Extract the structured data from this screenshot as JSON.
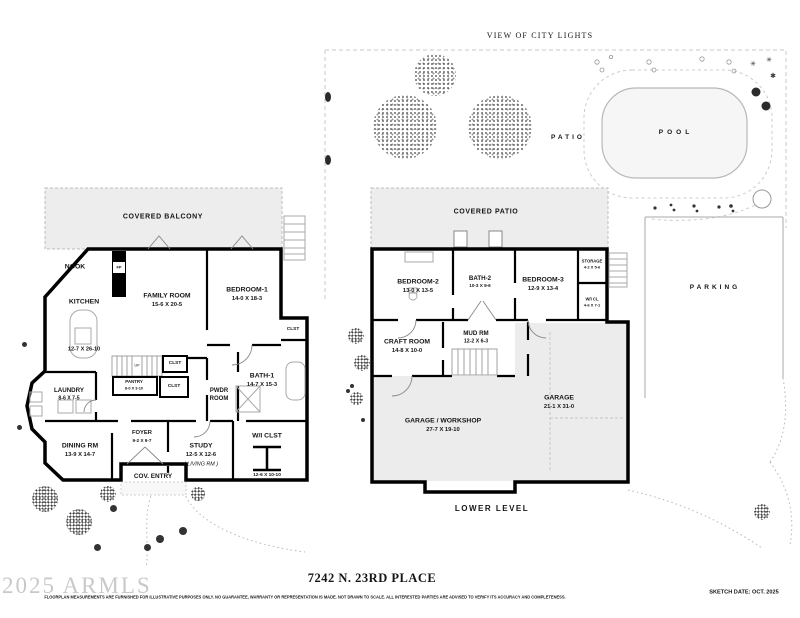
{
  "palette": {
    "wall": "#000000",
    "covered_area": "#ededed",
    "garage_floor": "#ececec",
    "pool_water": "#f6f6f6",
    "landscape": "#999999",
    "watermark": "#c9c9c9"
  },
  "sheet": {
    "title": "7242 N. 23RD PLACE",
    "view_label": "VIEW OF CITY LIGHTS",
    "level_label": "LOWER  LEVEL",
    "disclaimer": "FLOORPLAN MEASUREMENTS ARE FURNISHED FOR ILLUSTRATIVE PURPOSES ONLY.  NO GUARANTEE, WARRANTY OR REPRESENTATION IS MADE.  NOT DRAWN TO SCALE.  ALL INTERESTED PARTIES ARE ADVISED TO VERIFY ITS ACCURACY AND COMPLETENESS.",
    "sketch_date": "SKETCH DATE:  OCT. 2025",
    "watermark": "2025 ARMLS"
  },
  "upper_level": {
    "covered_balcony": "COVERED BALCONY",
    "cov_entry": "COV. ENTRY",
    "nook": "NOOK",
    "kitchen": {
      "name": "KITCHEN",
      "dims": "12-7 X 26-10"
    },
    "family_room": {
      "name": "FAMILY ROOM",
      "dims": "15-6  X  20-5"
    },
    "bedroom_1": {
      "name": "BEDROOM-1",
      "dims": "14-0  X  18-3"
    },
    "fireplace": "FP",
    "stairs": "UP",
    "clst_a": "CLST",
    "clst_b": "CLST",
    "clst_c": "CLST",
    "pantry": {
      "name": "PANTRY",
      "dims": "8-0 X 3-10"
    },
    "laundry": {
      "name": "LAUNDRY",
      "dims": "8-6 X 7-5"
    },
    "pwdr_room": "PWDR\nROOM",
    "bath_1": {
      "name": "BATH-1",
      "dims": "14-7 X 15-3"
    },
    "dining_rm": {
      "name": "DINING RM",
      "dims": "13-9 X 14-7"
    },
    "foyer": {
      "name": "FOYER",
      "dims": "9-2 X 9-7"
    },
    "study": {
      "name": "STUDY",
      "dims": "12-5 X 12-6",
      "alt": "( LIVING RM )"
    },
    "wi_clst": {
      "name": "W/I  CLST",
      "dims": "12-6 X 10-10"
    }
  },
  "lower_level": {
    "covered_patio": "COVERED PATIO",
    "bedroom_2": {
      "name": "BEDROOM-2",
      "dims": "13-0  X  13-5"
    },
    "bath_2": {
      "name": "BATH-2",
      "dims": "10-3 X 9-6"
    },
    "bedroom_3": {
      "name": "BEDROOM-3",
      "dims": "12-9  X  13-4"
    },
    "storage": {
      "name": "STORAGE",
      "dims": "4-2 X 5-6"
    },
    "wi_cl": {
      "name": "W/I CL",
      "dims": "4-6 X 7-1"
    },
    "craft_room": {
      "name": "CRAFT ROOM",
      "dims": "14-8  X  10-0"
    },
    "mud_rm": {
      "name": "MUD RM",
      "dims": "12-2 X 6-3"
    },
    "garage_workshop": {
      "name": "GARAGE  /  WORKSHOP",
      "dims": "27-7  X  19-10"
    },
    "garage": {
      "name": "GARAGE",
      "dims": "21-1 X 31-0"
    }
  },
  "site": {
    "patio": "PATIO",
    "pool": "POOL",
    "parking": "PARKING"
  }
}
